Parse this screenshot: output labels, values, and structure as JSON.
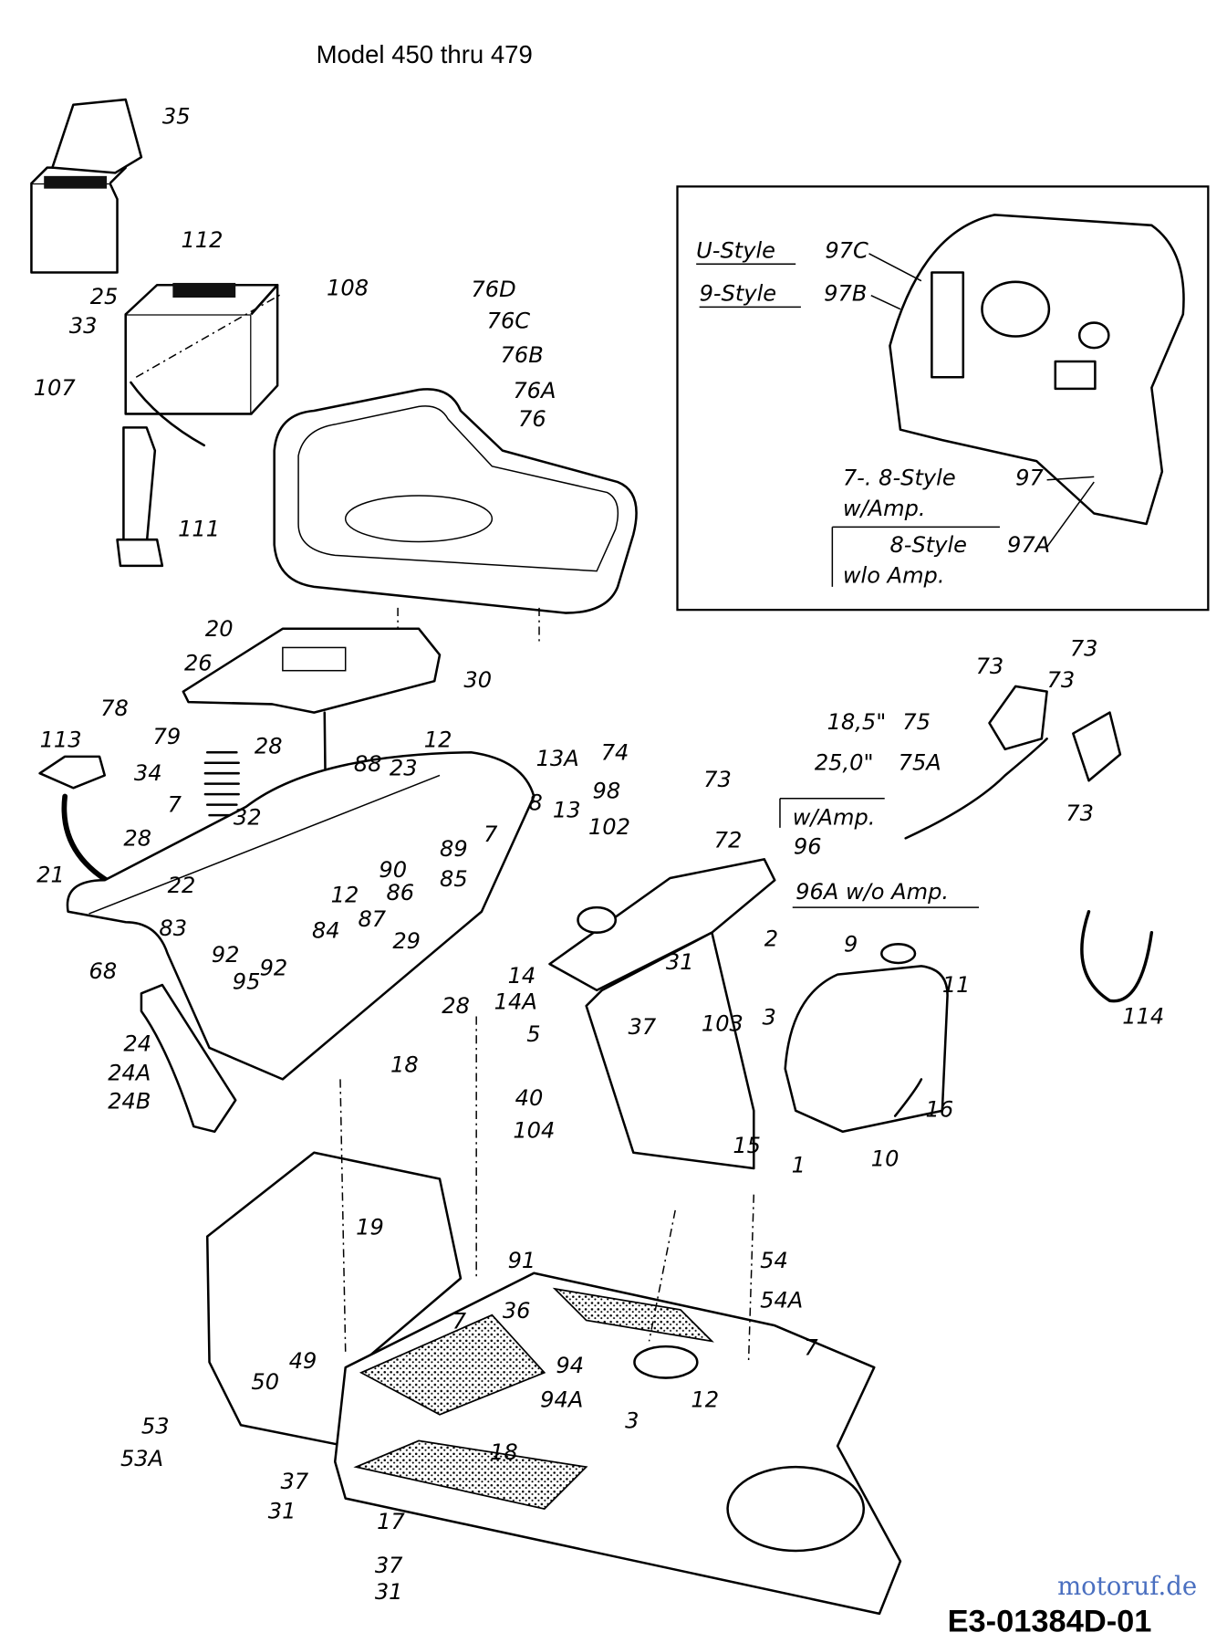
{
  "title": "Model  450 thru 479",
  "drawing_code": "E3-01384D-01",
  "watermark": "motoruf.de",
  "inset": {
    "u_style": "U-Style",
    "u_style_part": "97C",
    "nine_style": "9-Style",
    "nine_style_part": "97B",
    "seven_eight_style": "7-. 8-Style",
    "seven_eight_part": "97",
    "w_amp": "w/Amp.",
    "eight_style": "8-Style",
    "eight_style_part": "97A",
    "wo_amp": "wlo Amp."
  },
  "notes": {
    "w_amp": "w/Amp.",
    "wo_amp_96a": "96A  w/o Amp.",
    "len_18": "18,5\"",
    "len_25": "25,0\""
  },
  "callouts": [
    "35",
    "112",
    "108",
    "25",
    "33",
    "107",
    "111",
    "76D",
    "76C",
    "76B",
    "76A",
    "76",
    "20",
    "26",
    "30",
    "78",
    "79",
    "113",
    "34",
    "28",
    "12",
    "88",
    "23",
    "7",
    "32",
    "28",
    "89",
    "90",
    "85",
    "86",
    "12",
    "22",
    "87",
    "21",
    "83",
    "84",
    "29",
    "92",
    "95",
    "92",
    "68",
    "28",
    "18",
    "24",
    "24A",
    "24B",
    "13A",
    "74",
    "73",
    "8",
    "13",
    "98",
    "102",
    "72",
    "7",
    "96",
    "14",
    "14A",
    "31",
    "2",
    "37",
    "5",
    "40",
    "104",
    "103",
    "3",
    "15",
    "1",
    "9",
    "11",
    "16",
    "10",
    "114",
    "73",
    "73",
    "73",
    "73",
    "75",
    "75A",
    "19",
    "91",
    "36",
    "7",
    "54",
    "54A",
    "94",
    "94A",
    "7",
    "12",
    "3",
    "49",
    "50",
    "53",
    "53A",
    "18",
    "37",
    "31",
    "17",
    "37",
    "31"
  ]
}
